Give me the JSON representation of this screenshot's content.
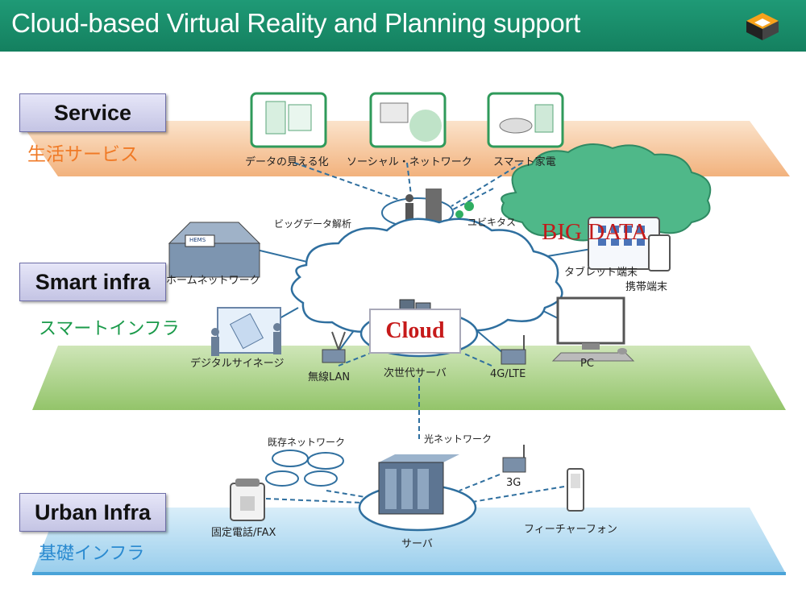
{
  "header": {
    "title": "Cloud-based Virtual Reality and Planning support"
  },
  "layers": {
    "service": {
      "title": "Service",
      "subtitle": "生活サービス",
      "subtitle_color": "#f07a26"
    },
    "smart": {
      "title": "Smart infra",
      "subtitle": "スマートインフラ",
      "subtitle_color": "#1a9a4a"
    },
    "urban": {
      "title": "Urban Infra",
      "subtitle": "基礎インフラ",
      "subtitle_color": "#2a8ad0"
    }
  },
  "service_items": [
    "データの見える化",
    "ソーシャル・ネットワーク",
    "スマート家電"
  ],
  "big_data": "BIG DATA",
  "cloud": "Cloud",
  "smart_labels": {
    "bigdata_analysis": "ビッグデータ解析",
    "ubiquitous": "ユビキタス",
    "home_network": "ホームネットワーク",
    "tablet": "タブレット端末",
    "mobile": "携帯端末",
    "signage": "デジタルサイネージ",
    "wlan": "無線LAN",
    "next_server": "次世代サーバ",
    "lte": "4G/LTE",
    "pc": "PC",
    "hems": "HEMS"
  },
  "urban_labels": {
    "existing_network": "既存ネットワーク",
    "optical_network": "光ネットワーク",
    "g3": "3G",
    "phone_fax": "固定電話/FAX",
    "server": "サーバ",
    "feature_phone": "フィーチャーフォン"
  },
  "colors": {
    "header": "#1a8f6c",
    "service_plane": "#f3b784",
    "smart_plane": "#9fcc7a",
    "urban_plane": "#a9d6ef",
    "cloud_fill": "#4fb889",
    "line": "#2f6f9f"
  }
}
